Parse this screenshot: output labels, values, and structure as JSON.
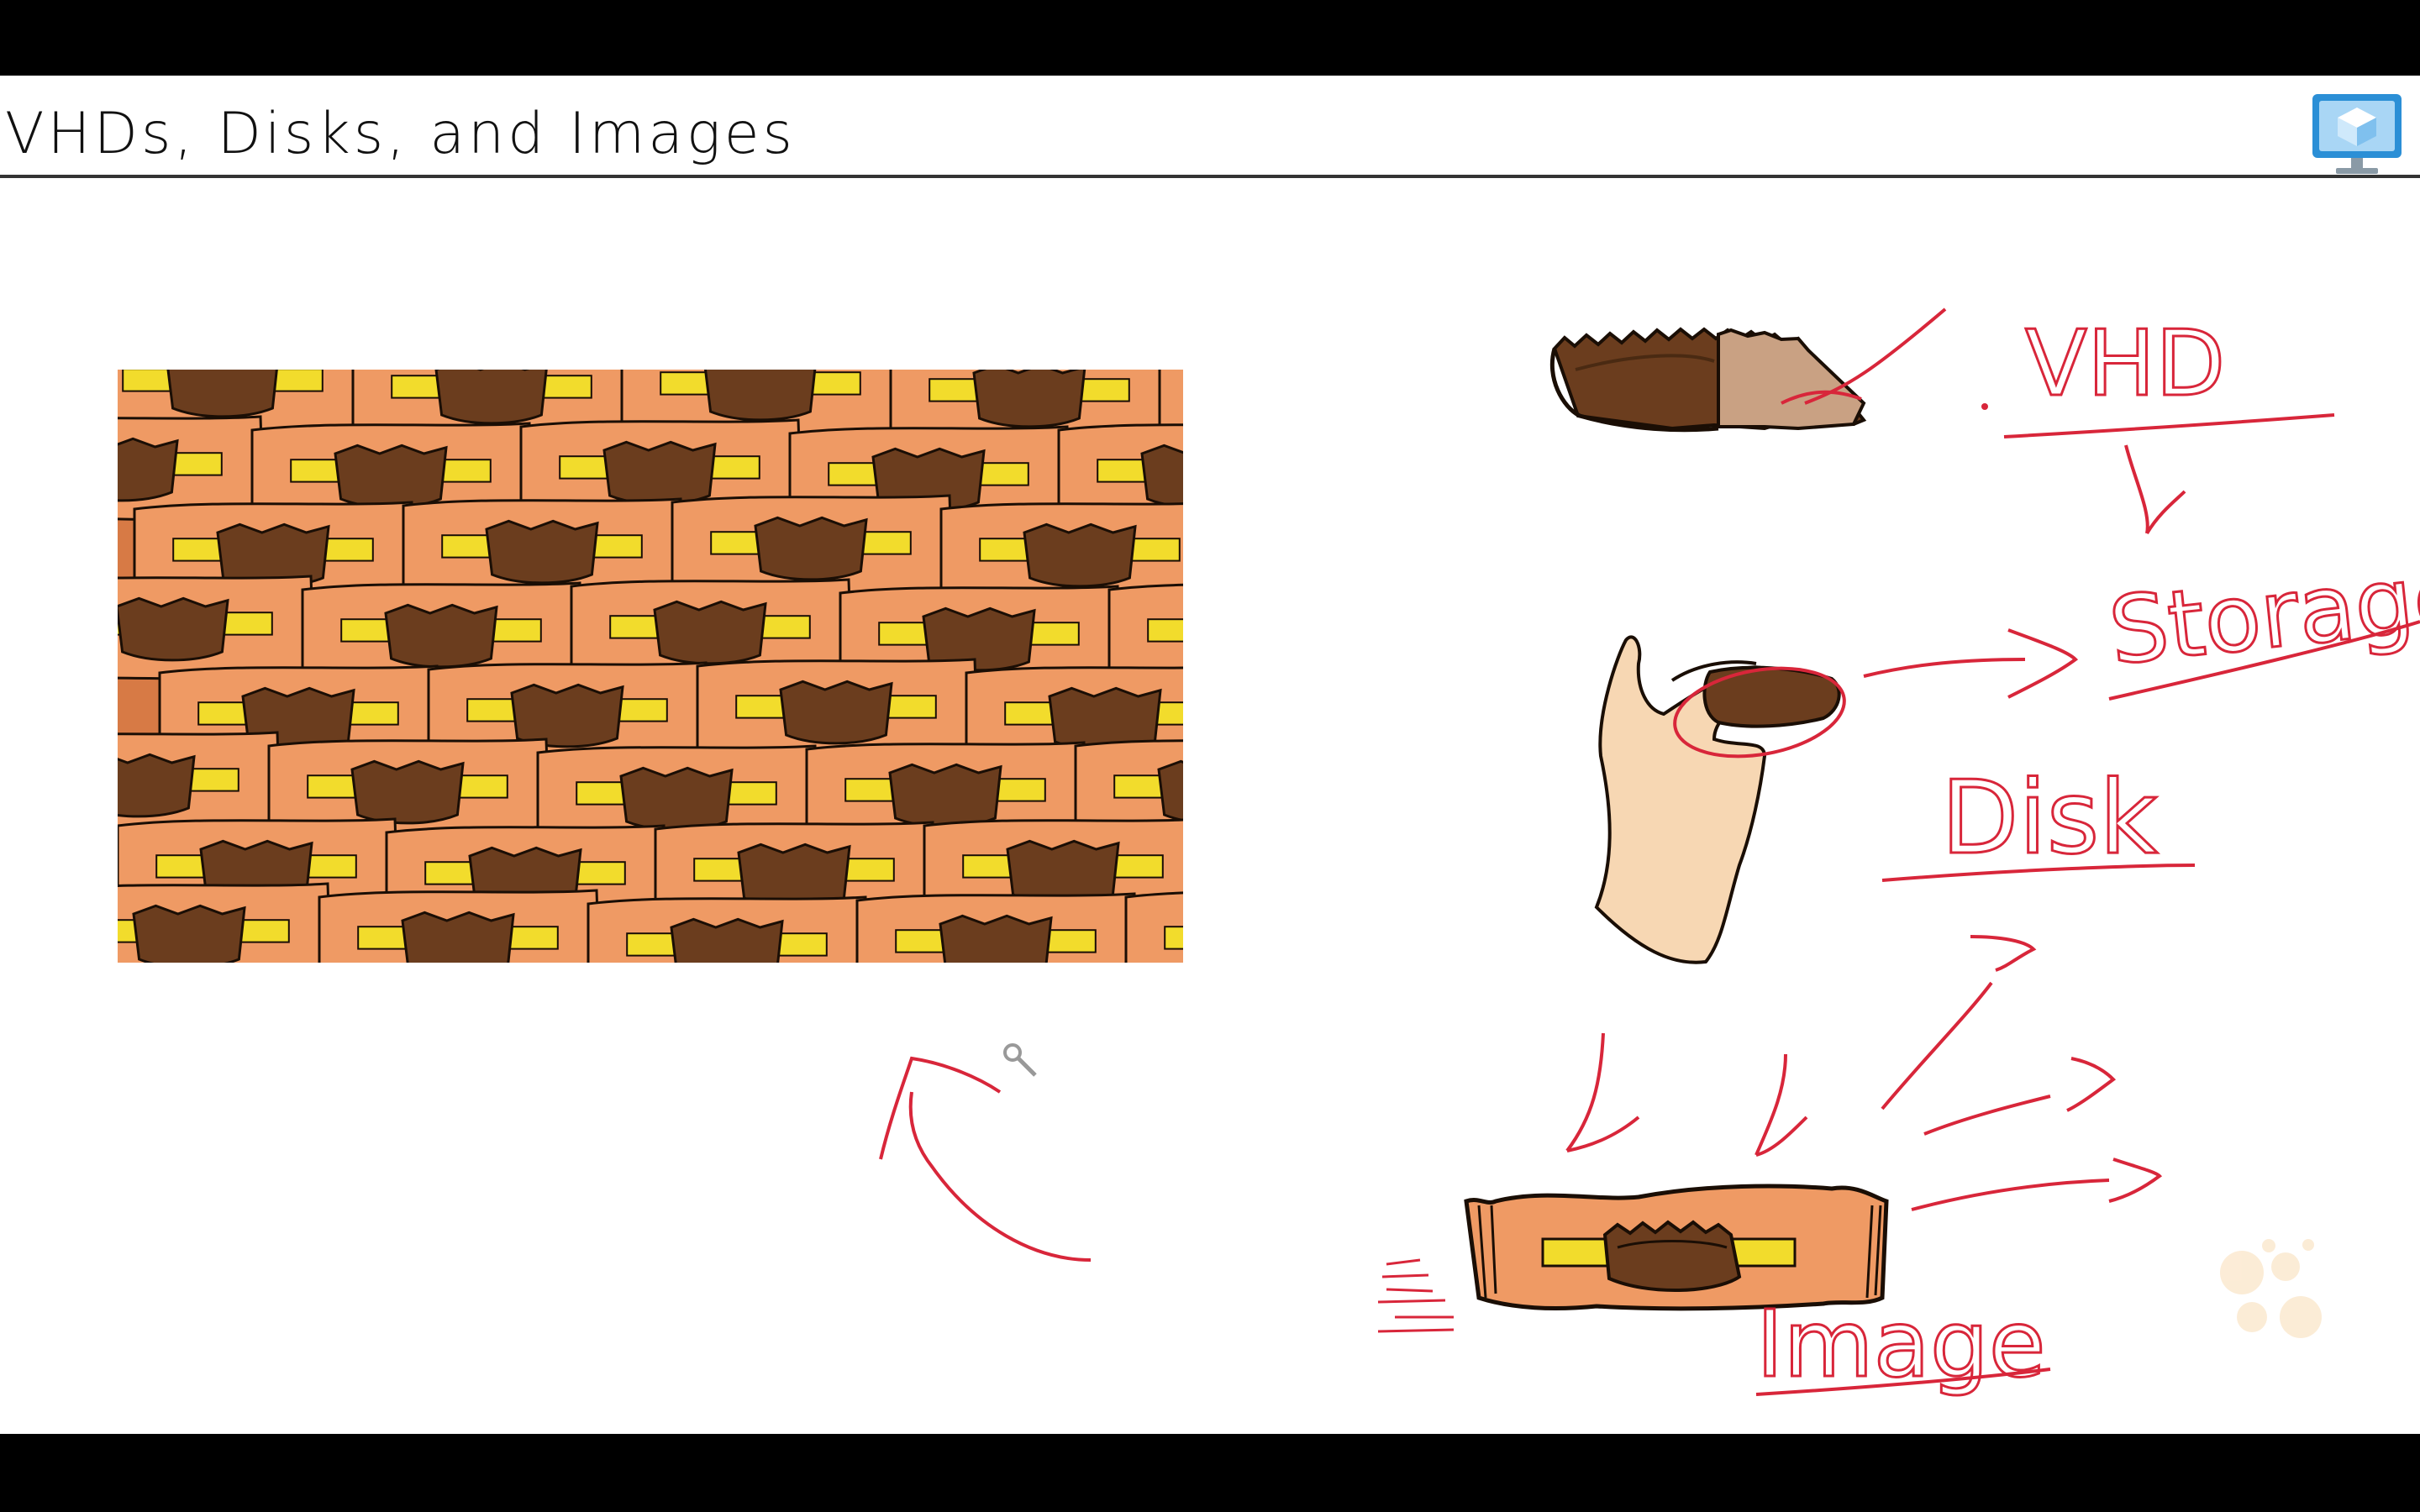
{
  "slide": {
    "title": "VHDs, Disks, and Images"
  },
  "annotations": {
    "vhd": "VHD",
    "storage": "Storage",
    "disk": "Disk",
    "image": "Image"
  },
  "colors": {
    "ink": "#d8263a",
    "wrapper": "#ef9a64",
    "wrapper_dark": "#d77a45",
    "label": "#f2dc2c",
    "chocolate": "#6b3d1e",
    "chocolate_light": "#c9a183",
    "skin": "#f7d7b3",
    "logo_blue": "#2b8fd6"
  }
}
